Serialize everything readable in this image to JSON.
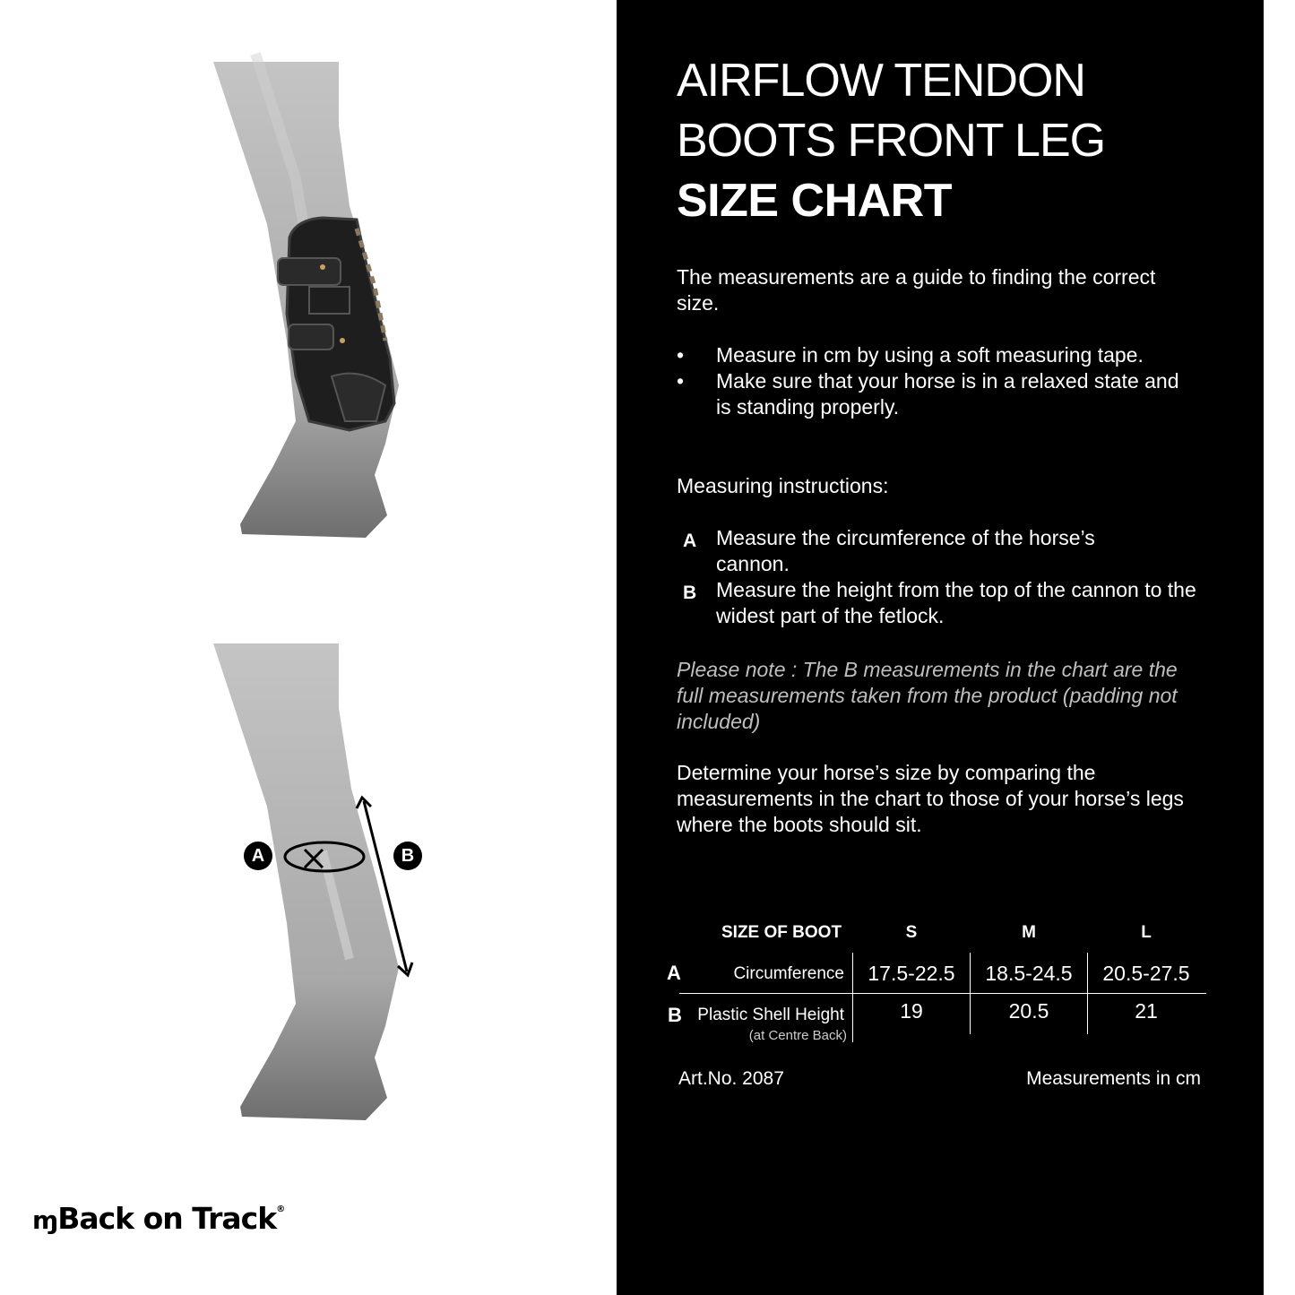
{
  "title": {
    "line1": "AIRFLOW TENDON",
    "line2": "BOOTS FRONT LEG",
    "line3": "SIZE CHART"
  },
  "intro": "The measurements are a guide to finding the correct size.",
  "bullets": [
    "Measure in cm by using a soft measuring tape.",
    "Make sure that your horse is in a relaxed state and is standing properly."
  ],
  "bullet_symbol": "•",
  "instructions_heading": "Measuring instructions:",
  "instructions": [
    {
      "letter": "A",
      "text": "Measure the circumference of the horse’s cannon."
    },
    {
      "letter": "B",
      "text": "Measure the height from the top of the cannon to the widest part of the fetlock."
    }
  ],
  "note": "Please note : The B measurements in the chart are the full measurements taken from the product (padding not included)",
  "determine": "Determine your horse’s size by comparing the measurements in the chart to those of your horse’s legs where the boots should sit.",
  "table": {
    "header": "SIZE OF BOOT",
    "sizes": [
      "S",
      "M",
      "L"
    ],
    "rows": [
      {
        "letter": "A",
        "label": "Circumference",
        "sublabel": "",
        "values": [
          "17.5-22.5",
          "18.5-24.5",
          "20.5-27.5"
        ]
      },
      {
        "letter": "B",
        "label": "Plastic Shell Height",
        "sublabel": "(at Centre Back)",
        "values": [
          "19",
          "20.5",
          "21"
        ]
      }
    ]
  },
  "art_no": "Art.No. 2087",
  "units_note": "Measurements in cm",
  "diagram": {
    "label_a": "A",
    "label_b": "B"
  },
  "logo": {
    "text": "Back on Track",
    "mark": "®"
  },
  "colors": {
    "panel": "#000000",
    "note": "#bfbfbf",
    "leg": "#b8b8b8"
  }
}
